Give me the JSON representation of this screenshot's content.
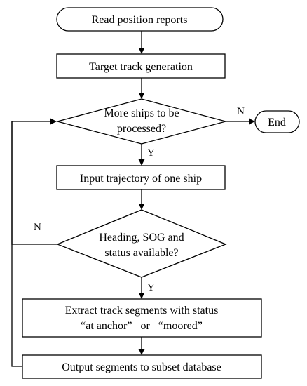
{
  "nodes": {
    "start": {
      "label": "Read position reports"
    },
    "track_gen": {
      "label": "Target track generation"
    },
    "more_ships": {
      "lines": [
        "More ships to be",
        "processed?"
      ]
    },
    "end": {
      "label": "End"
    },
    "input_traj": {
      "label": "Input trajectory of one ship"
    },
    "heading_check": {
      "lines": [
        "Heading, SOG and",
        "status available?"
      ]
    },
    "extract": {
      "lines": [
        "Extract track segments with status",
        "“at anchor”   or   “moored”"
      ]
    },
    "output": {
      "label": "Output segments to subset database"
    }
  },
  "edges": {
    "more_no": "N",
    "more_yes": "Y",
    "heading_no": "N",
    "heading_yes": "Y"
  },
  "colors": {
    "stroke": "#000000",
    "fill": "#ffffff"
  }
}
